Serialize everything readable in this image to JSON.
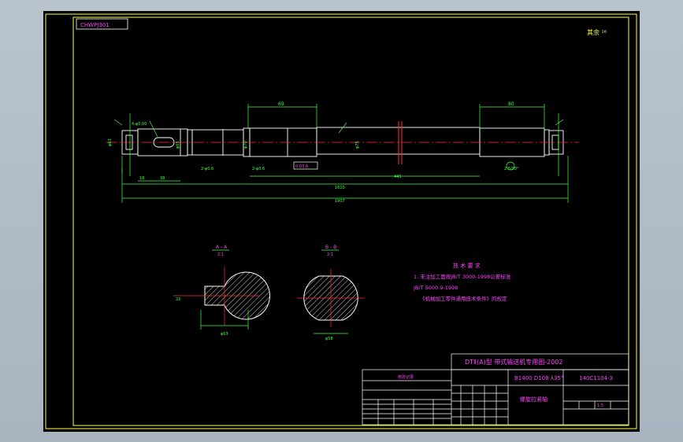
{
  "drawing": {
    "code_box": "CHWPJ301",
    "corner_note": "其余 ¹⁶",
    "dimensions": {
      "seg_left": "69",
      "seg_right": "80",
      "dim_small_left": "4-φ0.00",
      "dim_d1": "φ63",
      "dim_d2": "φ65",
      "dim_d3": "φ70",
      "dim_d4": "φ75",
      "dim_l1": "18",
      "dim_l2": "38",
      "dim_l3": "2-φ0.6",
      "dim_l4": "2-φ0.6",
      "dim_mid": "445",
      "dim_right": "2.5/30°",
      "total_inner": "1610",
      "total_overall": "1907",
      "tolerance": "0.03 A"
    },
    "section_a": {
      "title": "A - A",
      "scale": "2:1",
      "width_dim": "φ63",
      "key_dim": "22"
    },
    "section_b": {
      "title": "B - B",
      "scale": "2:1",
      "width_dim": "φ58"
    },
    "tech_req": {
      "heading": "技 术 要 求",
      "line1": "1. 未注加工面按JB/T 3000-1998公差标准",
      "line2": "JB/T 5000.9-1998",
      "line3": "《机械加工零件通用技术条件》的规定"
    },
    "title_block": {
      "title": "DTⅡ(A)型 带式输送机专用图-2002",
      "spec": "B1400 D108 λ35°",
      "drawing_no": "140C1104-3",
      "part_name": "螺旋拉紧轴",
      "revision_heading": "修改记录",
      "scale_label": "1:5"
    }
  }
}
